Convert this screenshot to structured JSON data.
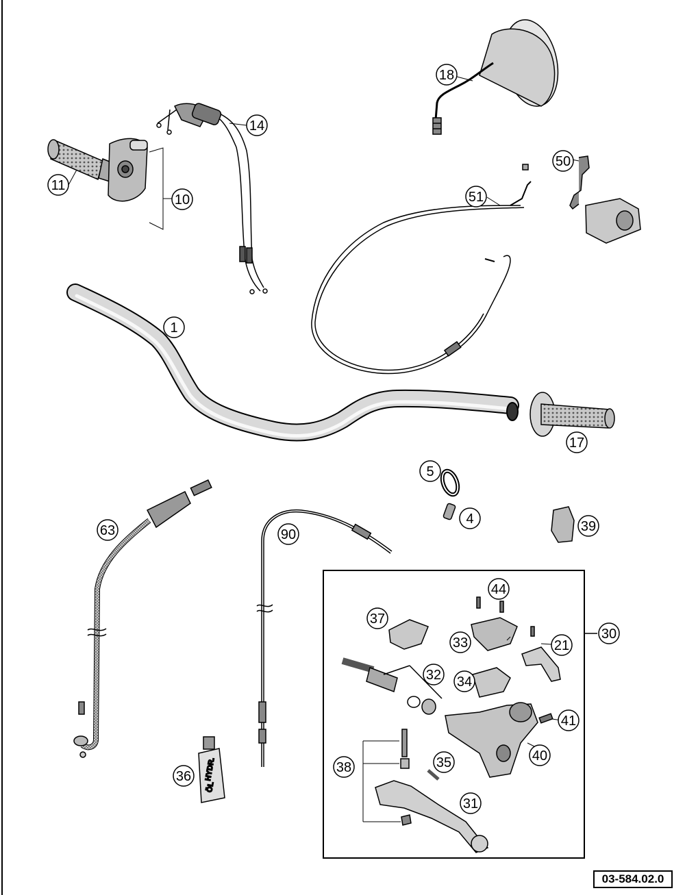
{
  "reference_number": "03-584.02.0",
  "bottle_label": {
    "line1": "HYDR.",
    "line2": "ÖL"
  },
  "callouts": {
    "c1": "1",
    "c4": "4",
    "c5": "5",
    "c10": "10",
    "c11": "11",
    "c14": "14",
    "c17": "17",
    "c18": "18",
    "c21": "21",
    "c30": "30",
    "c31": "31",
    "c32": "32",
    "c33": "33",
    "c34": "34",
    "c35": "35",
    "c36": "36",
    "c37": "37",
    "c38": "38",
    "c39": "39",
    "c40": "40",
    "c41": "41",
    "c44": "44",
    "c50": "50",
    "c51": "51",
    "c63": "63",
    "c90": "90"
  }
}
